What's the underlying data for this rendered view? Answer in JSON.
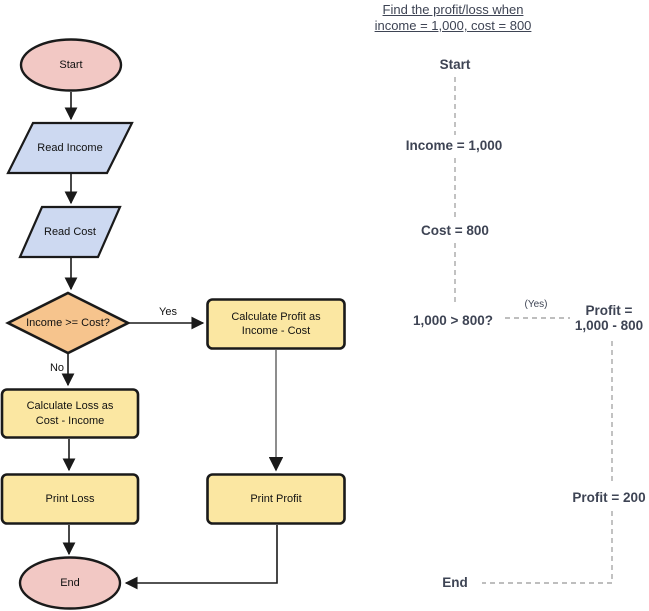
{
  "title": {
    "line1": "Find the profit/loss when",
    "line2": "income = 1,000, cost = 800"
  },
  "flowchart": {
    "start": "Start",
    "read_income": "Read Income",
    "read_cost": "Read Cost",
    "decision": "Income >= Cost?",
    "yes": "Yes",
    "no": "No",
    "calc_profit_line1": "Calculate Profit as",
    "calc_profit_line2": "Income - Cost",
    "calc_loss_line1": "Calculate Loss as",
    "calc_loss_line2": "Cost - Income",
    "print_loss": "Print Loss",
    "print_profit": "Print Profit",
    "end": "End"
  },
  "trace": {
    "start": "Start",
    "income": "Income = 1,000",
    "cost": "Cost = 800",
    "comparison": "1,000 > 800?",
    "yes": "(Yes)",
    "profit_line1": "Profit =",
    "profit_line2": "1,000 - 800",
    "profit_result": "Profit = 200",
    "end": "End"
  },
  "colors": {
    "terminal_fill": "#F2C8C4",
    "io_fill": "#CDD9F1",
    "decision_fill": "#F6C48D",
    "process_fill": "#FBE7A2",
    "outline": "#1A1A1A",
    "annotation_text": "#3E4454",
    "dashed_line": "#A9A9A9",
    "gray_connector": "#808080"
  }
}
